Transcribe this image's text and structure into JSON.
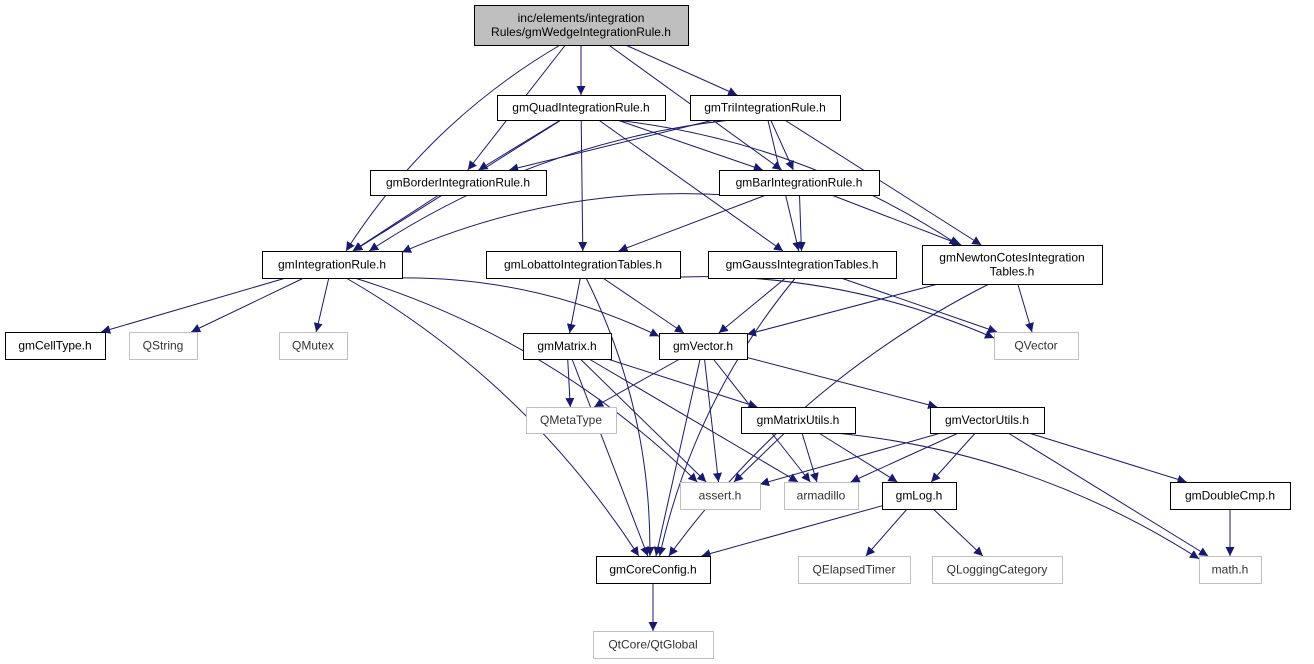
{
  "diagram": {
    "type": "include-dependency-graph",
    "edge_color": "#191970",
    "root_fill": "#bfbfbf",
    "external_border": "#bfbfbf",
    "nodes": [
      {
        "id": "root",
        "label": [
          "inc/elements/integration",
          "Rules/gmWedgeIntegrationRule.h"
        ],
        "kind": "root"
      },
      {
        "id": "quad",
        "label": [
          "gmQuadIntegrationRule.h"
        ],
        "kind": "local"
      },
      {
        "id": "tri",
        "label": [
          "gmTriIntegrationRule.h"
        ],
        "kind": "local"
      },
      {
        "id": "border",
        "label": [
          "gmBorderIntegrationRule.h"
        ],
        "kind": "local"
      },
      {
        "id": "bar",
        "label": [
          "gmBarIntegrationRule.h"
        ],
        "kind": "local"
      },
      {
        "id": "intrule",
        "label": [
          "gmIntegrationRule.h"
        ],
        "kind": "local"
      },
      {
        "id": "lobatto",
        "label": [
          "gmLobattoIntegrationTables.h"
        ],
        "kind": "local"
      },
      {
        "id": "gauss",
        "label": [
          "gmGaussIntegrationTables.h"
        ],
        "kind": "local"
      },
      {
        "id": "newton",
        "label": [
          "gmNewtonCotesIntegration",
          "Tables.h"
        ],
        "kind": "local"
      },
      {
        "id": "celltype",
        "label": [
          "gmCellType.h"
        ],
        "kind": "local"
      },
      {
        "id": "qstring",
        "label": [
          "QString"
        ],
        "kind": "external"
      },
      {
        "id": "qmutex",
        "label": [
          "QMutex"
        ],
        "kind": "external"
      },
      {
        "id": "matrix",
        "label": [
          "gmMatrix.h"
        ],
        "kind": "local"
      },
      {
        "id": "vector",
        "label": [
          "gmVector.h"
        ],
        "kind": "local"
      },
      {
        "id": "qvector",
        "label": [
          "QVector"
        ],
        "kind": "external"
      },
      {
        "id": "qmetatype",
        "label": [
          "QMetaType"
        ],
        "kind": "external"
      },
      {
        "id": "matrixutils",
        "label": [
          "gmMatrixUtils.h"
        ],
        "kind": "local"
      },
      {
        "id": "vectorutils",
        "label": [
          "gmVectorUtils.h"
        ],
        "kind": "local"
      },
      {
        "id": "assert",
        "label": [
          "assert.h"
        ],
        "kind": "external"
      },
      {
        "id": "armadillo",
        "label": [
          "armadillo"
        ],
        "kind": "external"
      },
      {
        "id": "log",
        "label": [
          "gmLog.h"
        ],
        "kind": "local"
      },
      {
        "id": "doublecmp",
        "label": [
          "gmDoubleCmp.h"
        ],
        "kind": "local"
      },
      {
        "id": "coreconfig",
        "label": [
          "gmCoreConfig.h"
        ],
        "kind": "local"
      },
      {
        "id": "elapsed",
        "label": [
          "QElapsedTimer"
        ],
        "kind": "external"
      },
      {
        "id": "logcat",
        "label": [
          "QLoggingCategory"
        ],
        "kind": "external"
      },
      {
        "id": "math",
        "label": [
          "math.h"
        ],
        "kind": "external"
      },
      {
        "id": "qtglobal",
        "label": [
          "QtCore/QtGlobal"
        ],
        "kind": "external"
      }
    ],
    "edges": [
      [
        "root",
        "quad"
      ],
      [
        "root",
        "tri"
      ],
      [
        "root",
        "border"
      ],
      [
        "root",
        "bar"
      ],
      [
        "root",
        "intrule"
      ],
      [
        "quad",
        "border"
      ],
      [
        "quad",
        "intrule"
      ],
      [
        "quad",
        "bar"
      ],
      [
        "quad",
        "lobatto"
      ],
      [
        "quad",
        "gauss"
      ],
      [
        "quad",
        "newton"
      ],
      [
        "tri",
        "border"
      ],
      [
        "tri",
        "intrule"
      ],
      [
        "tri",
        "bar"
      ],
      [
        "tri",
        "gauss"
      ],
      [
        "tri",
        "newton"
      ],
      [
        "border",
        "intrule"
      ],
      [
        "bar",
        "intrule"
      ],
      [
        "bar",
        "lobatto"
      ],
      [
        "bar",
        "gauss"
      ],
      [
        "bar",
        "newton"
      ],
      [
        "intrule",
        "celltype"
      ],
      [
        "intrule",
        "qstring"
      ],
      [
        "intrule",
        "qmutex"
      ],
      [
        "intrule",
        "vector"
      ],
      [
        "intrule",
        "assert"
      ],
      [
        "intrule",
        "coreconfig"
      ],
      [
        "lobatto",
        "matrix"
      ],
      [
        "lobatto",
        "vector"
      ],
      [
        "lobatto",
        "qvector"
      ],
      [
        "lobatto",
        "coreconfig"
      ],
      [
        "gauss",
        "vector"
      ],
      [
        "gauss",
        "qvector"
      ],
      [
        "gauss",
        "coreconfig"
      ],
      [
        "newton",
        "vector"
      ],
      [
        "newton",
        "qvector"
      ],
      [
        "newton",
        "coreconfig"
      ],
      [
        "matrix",
        "qmetatype"
      ],
      [
        "matrix",
        "matrixutils"
      ],
      [
        "matrix",
        "assert"
      ],
      [
        "matrix",
        "armadillo"
      ],
      [
        "matrix",
        "coreconfig"
      ],
      [
        "vector",
        "qmetatype"
      ],
      [
        "vector",
        "vectorutils"
      ],
      [
        "vector",
        "assert"
      ],
      [
        "vector",
        "armadillo"
      ],
      [
        "vector",
        "coreconfig"
      ],
      [
        "matrixutils",
        "assert"
      ],
      [
        "matrixutils",
        "armadillo"
      ],
      [
        "matrixutils",
        "log"
      ],
      [
        "matrixutils",
        "math"
      ],
      [
        "vectorutils",
        "assert"
      ],
      [
        "vectorutils",
        "armadillo"
      ],
      [
        "vectorutils",
        "log"
      ],
      [
        "vectorutils",
        "doublecmp"
      ],
      [
        "vectorutils",
        "math"
      ],
      [
        "log",
        "coreconfig"
      ],
      [
        "log",
        "elapsed"
      ],
      [
        "log",
        "logcat"
      ],
      [
        "doublecmp",
        "math"
      ],
      [
        "coreconfig",
        "qtglobal"
      ]
    ]
  }
}
